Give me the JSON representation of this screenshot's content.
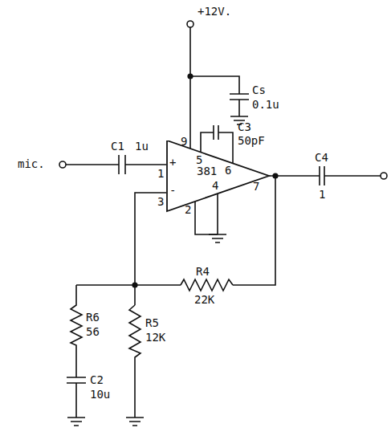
{
  "diagram": {
    "nodes": [
      {
        "text": [
          "381"
        ]
      }
    ],
    "labels": [
      "+12V.",
      "Cs",
      "0.1u",
      "C1",
      "1u",
      "mic.",
      "9",
      "1",
      "+",
      "-",
      "3",
      "5",
      "6",
      "C3",
      "50pF",
      "4",
      "2",
      "7",
      "C4",
      "1",
      "R4",
      "22K",
      "R6",
      "56",
      "R5",
      "12K",
      "C2",
      "10u"
    ]
  }
}
